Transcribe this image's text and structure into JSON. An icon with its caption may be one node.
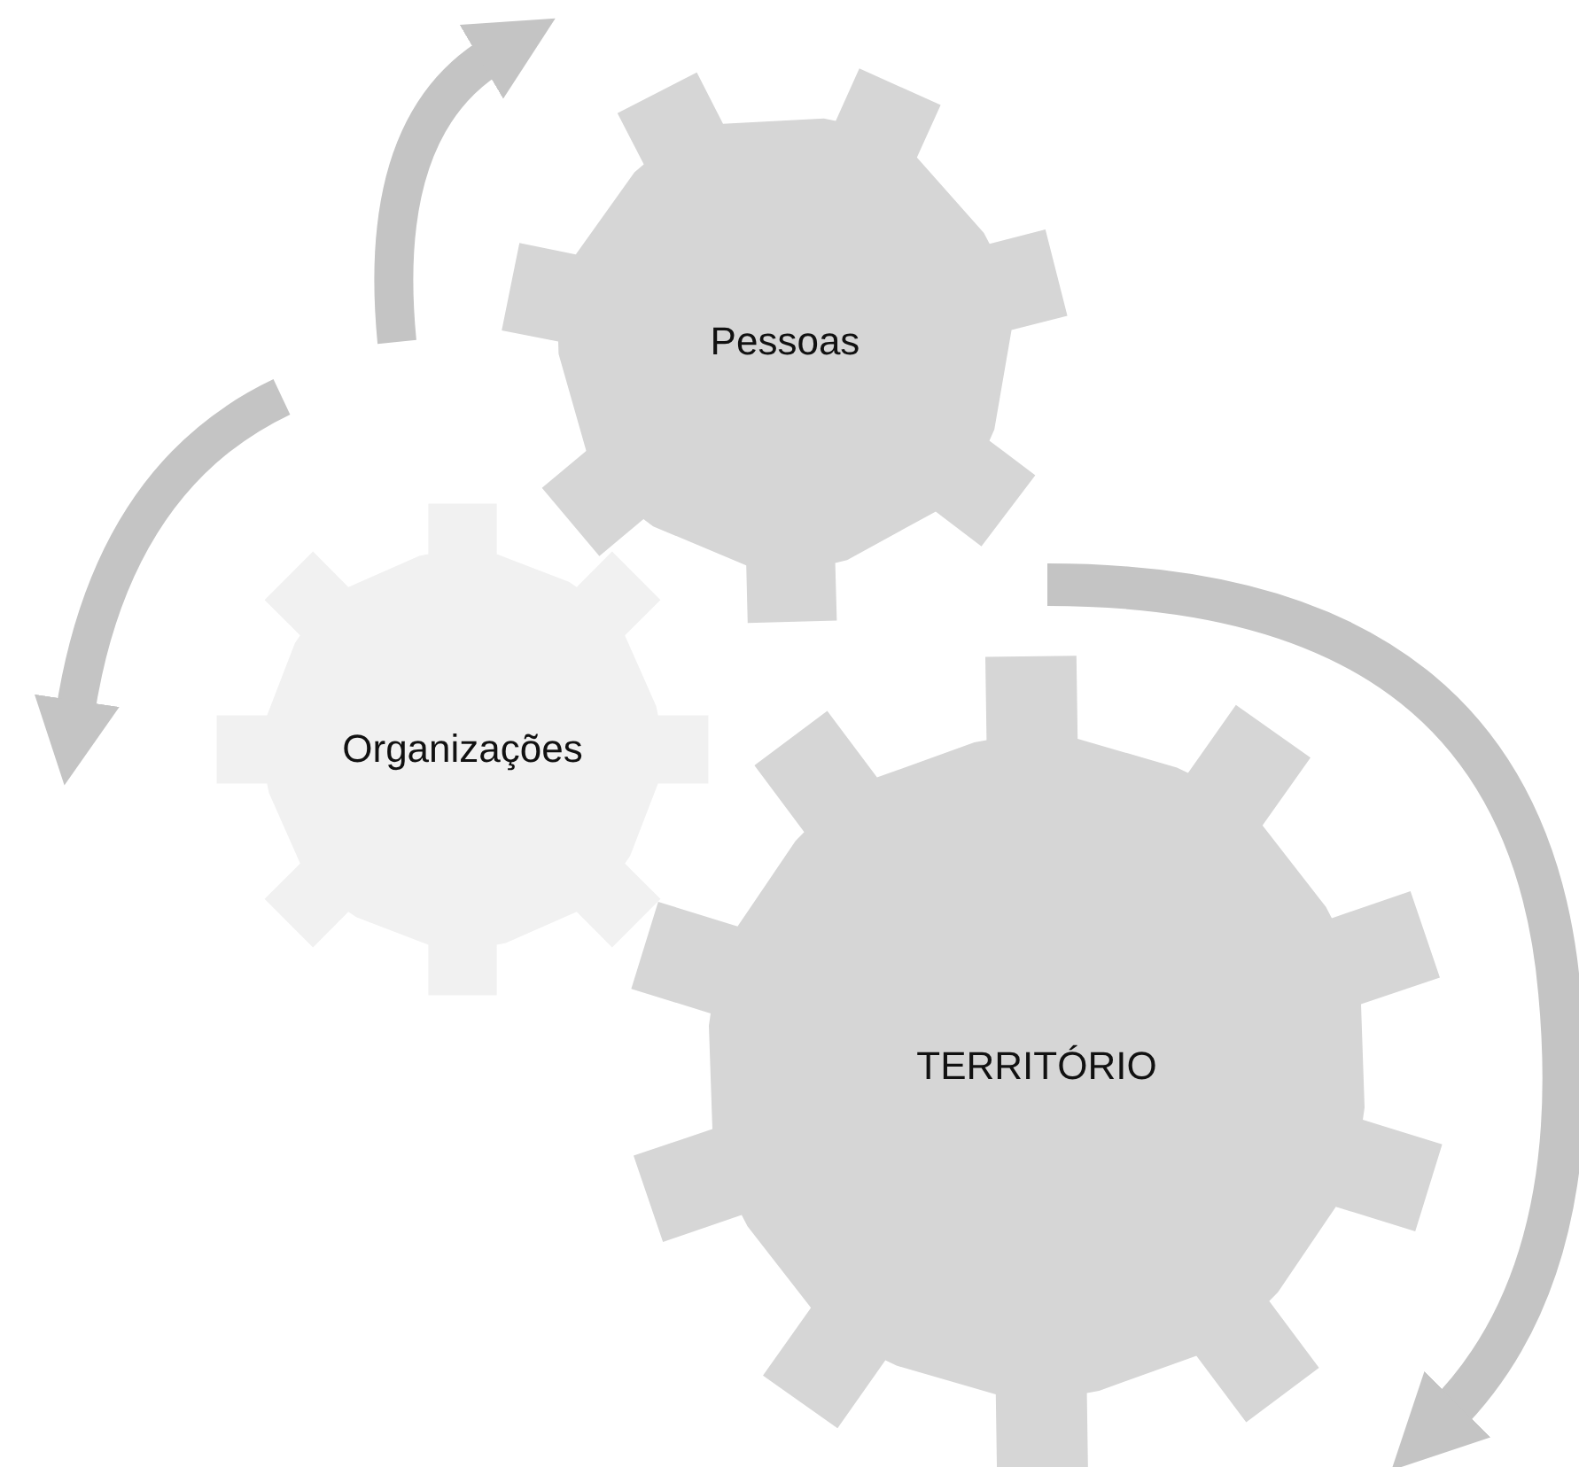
{
  "diagram": {
    "nodes": [
      {
        "text": [
          "Pessoas"
        ]
      },
      {
        "text": [
          "Organizações"
        ]
      },
      {
        "text": [
          "TERRITÓRIO"
        ]
      }
    ]
  }
}
